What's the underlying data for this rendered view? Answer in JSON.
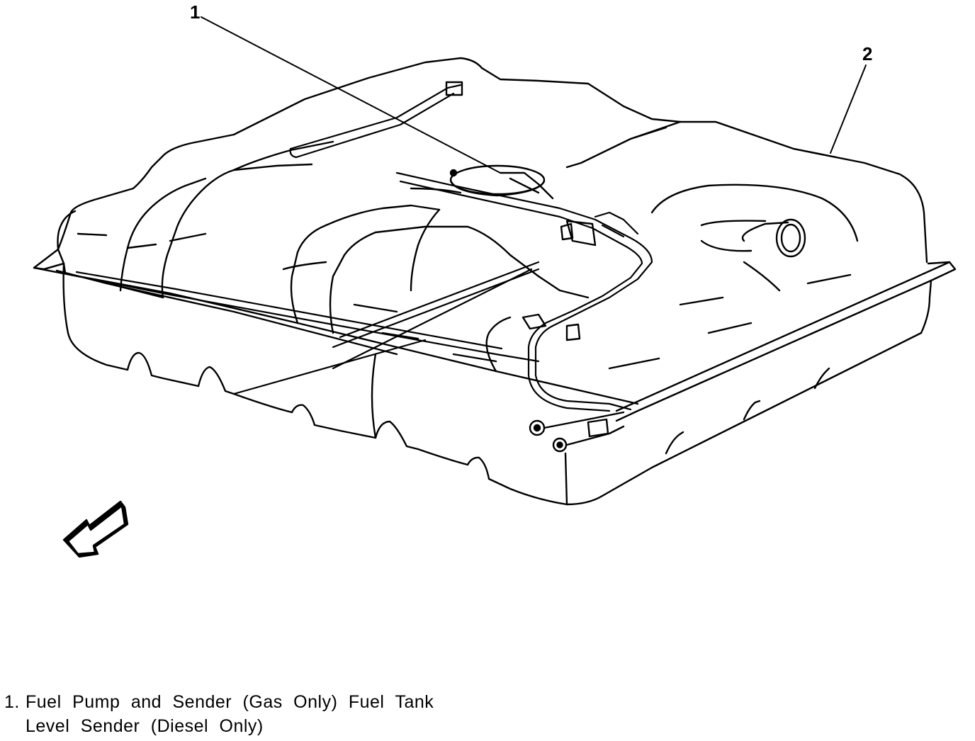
{
  "callouts": [
    {
      "id": "1",
      "label": "1"
    },
    {
      "id": "2",
      "label": "2"
    }
  ],
  "legend": [
    {
      "number": "1.",
      "text": "Fuel Pump and Sender (Gas Only) Fuel Tank Level Sender (Diesel Only)"
    }
  ],
  "colors": {
    "ink": "#000000",
    "paper": "#ffffff"
  }
}
